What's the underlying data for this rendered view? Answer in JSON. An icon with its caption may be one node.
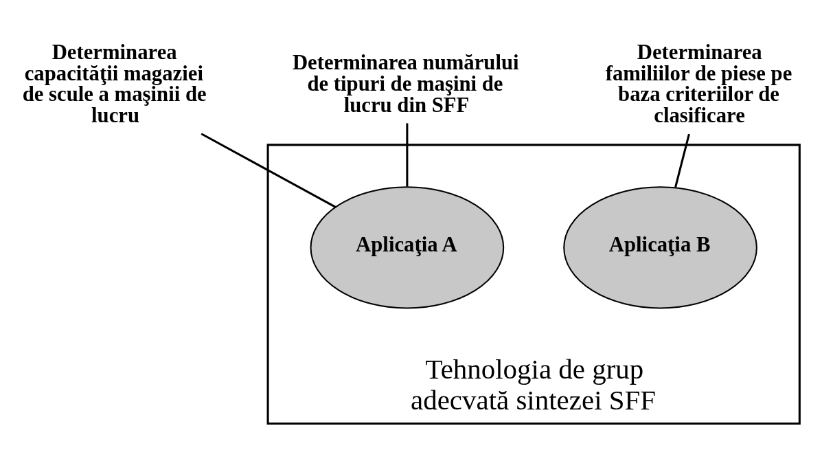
{
  "diagram": {
    "nodes": [
      {
        "text": [
          "Tehnologia de grup adecvată sintezei SFF"
        ]
      },
      {
        "text": [
          "Aplicaţia A"
        ],
        "in": 0
      },
      {
        "text": [
          "Aplicaţia B"
        ],
        "in": 0
      },
      {
        "text": [
          "Determinarea capacităţii magaziei de scule a maşinii de lucru"
        ]
      },
      {
        "text": [
          "Determinarea numărului de tipuri de maşini de lucru din SFF"
        ]
      },
      {
        "text": [
          "Determinarea familiilor de piese pe baza criteriilor de clasificare"
        ]
      }
    ],
    "edges": [
      {
        "from": 3,
        "to": 1,
        "arrow": "none"
      },
      {
        "from": 4,
        "to": 1,
        "arrow": "none"
      },
      {
        "from": 5,
        "to": 2,
        "arrow": "none"
      }
    ]
  }
}
